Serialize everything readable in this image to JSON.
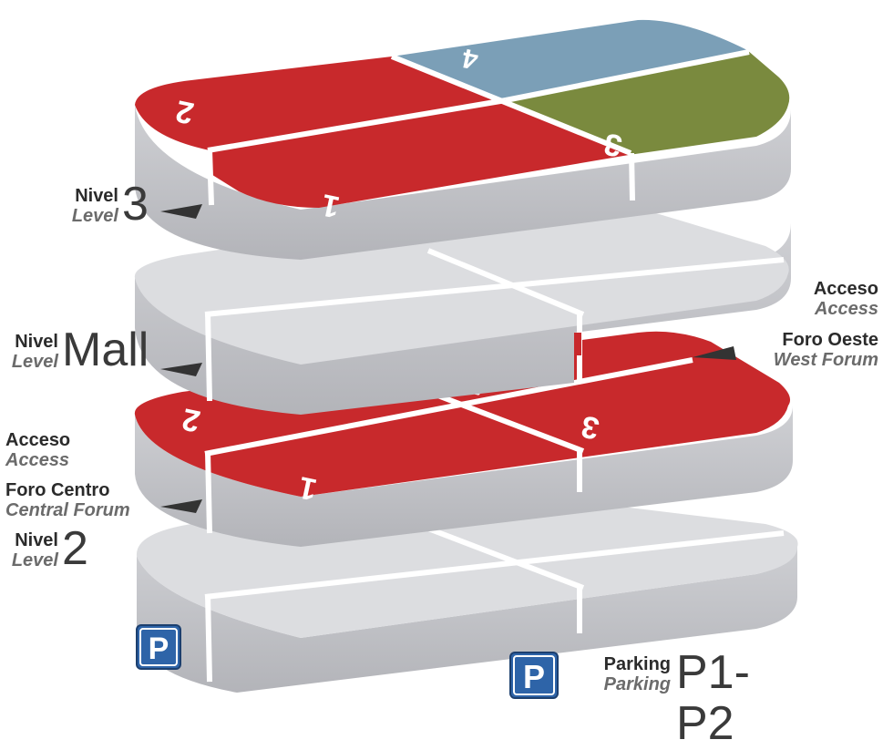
{
  "colors": {
    "store_red": "#c8292c",
    "store_blue": "#7b9fb7",
    "store_green": "#7a8a3e",
    "slab_top": "#dcdde0",
    "slab_side": "#c4c5c9",
    "parking_blue": "#2e64a8"
  },
  "levels": [
    {
      "id": "level-3",
      "es": "Nivel",
      "en": "Level",
      "number": "3",
      "zones": [
        {
          "label": "1",
          "color": "red"
        },
        {
          "label": "2",
          "color": "red"
        },
        {
          "label": "3",
          "color": "green"
        },
        {
          "label": "4",
          "color": "blue"
        }
      ]
    },
    {
      "id": "level-mall",
      "es": "Nivel",
      "en": "Level",
      "number": "Mall",
      "zones": []
    },
    {
      "id": "level-2",
      "es": "Nivel",
      "en": "Level",
      "number": "2",
      "zones": [
        {
          "label": "1",
          "color": "red"
        },
        {
          "label": "2",
          "color": "red"
        },
        {
          "label": "3",
          "color": "red"
        },
        {
          "label": "4",
          "color": "red"
        }
      ]
    },
    {
      "id": "level-parking",
      "es": "Parking",
      "en": "Parking",
      "number": "P1-P2",
      "zones": []
    }
  ],
  "annotations": {
    "access_right": {
      "es": "Acceso",
      "en": "Access"
    },
    "west_forum": {
      "es": "Foro Oeste",
      "en": "West Forum"
    },
    "access_left": {
      "es": "Acceso",
      "en": "Access"
    },
    "central_forum": {
      "es": "Foro Centro",
      "en": "Central Forum"
    }
  },
  "icons": {
    "parking_sign": "P"
  }
}
